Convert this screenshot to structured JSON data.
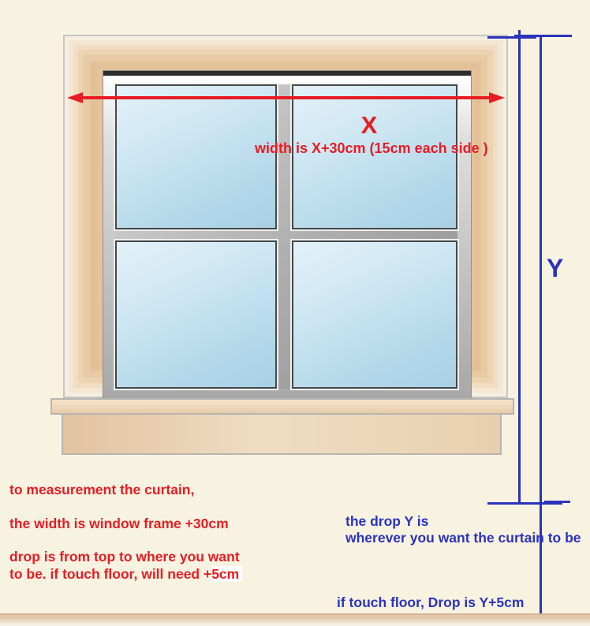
{
  "labels": {
    "x": "X",
    "y": "Y",
    "width_formula": "width is X+30cm (15cm each side )"
  },
  "red_instructions": {
    "line1": "to measurement the curtain,",
    "line2": "the width is window frame +30cm",
    "line3": "drop is from top to where you want",
    "line4_prefix": "to be. if touch floor, will need +",
    "line4_highlighted": "5cm"
  },
  "blue_instructions": {
    "drop_line1": "the drop Y is",
    "drop_line2": "wherever you want the curtain to be",
    "floor_line": "if touch floor, Drop is Y+5cm"
  },
  "colors": {
    "annotation_red": "#e81c24",
    "annotation_blue": "#2b33bd",
    "wall_background": "#f8f3e1",
    "molding_tan": "#ecd2b1",
    "glass_blue": "#bfdff0"
  }
}
